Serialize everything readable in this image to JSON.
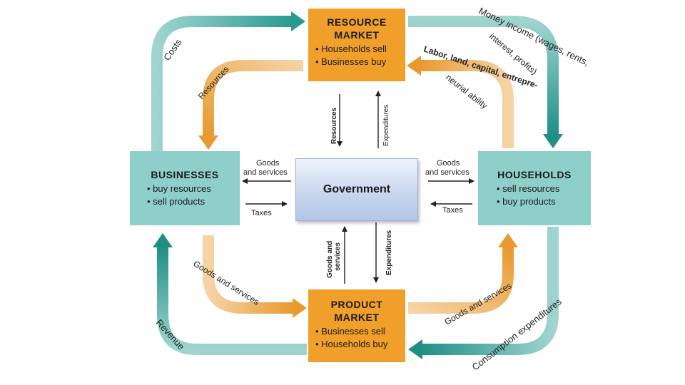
{
  "resource_market": {
    "title_line1": "RESOURCE",
    "title_line2": "MARKET",
    "bullets": [
      "• Households sell",
      "• Businesses buy"
    ]
  },
  "product_market": {
    "title_line1": "PRODUCT",
    "title_line2": "MARKET",
    "bullets": [
      "• Businesses sell",
      "• Households buy"
    ]
  },
  "businesses": {
    "title": "BUSINESSES",
    "bullets": [
      "• buy resources",
      "• sell products"
    ]
  },
  "households": {
    "title": "HOUSEHOLDS",
    "bullets": [
      "• sell resources",
      "• buy products"
    ]
  },
  "government": {
    "title": "Government"
  },
  "flows": {
    "costs": "Costs",
    "resources_left": "Resources",
    "money_income": "Money income (wages, rents,",
    "interest_profits": "interest, profits)",
    "labor_land": "Labor, land, capital, entrepre-",
    "neurial_ability": "neurial ability",
    "revenue": "Revenue",
    "goods_services_left": "Goods and services",
    "goods_services_right": "Goods and services",
    "consumption": "Consumption expenditures"
  },
  "gov_flows": {
    "resources_up": "Resources",
    "expenditures_up": "Expenditures",
    "goods_left_line1": "Goods",
    "goods_left_line2": "and services",
    "taxes_left": "Taxes",
    "goods_right_line1": "Goods",
    "goods_right_line2": "and services",
    "taxes_right": "Taxes",
    "goods_down_line1": "Goods and",
    "goods_down_line2": "services",
    "expenditures_down": "Expenditures"
  },
  "colors": {
    "teal_arrow": "#2a9a91",
    "orange_arrow": "#e89a2e",
    "teal_box": "#8ecfca",
    "orange_box": "#f0a02a"
  }
}
